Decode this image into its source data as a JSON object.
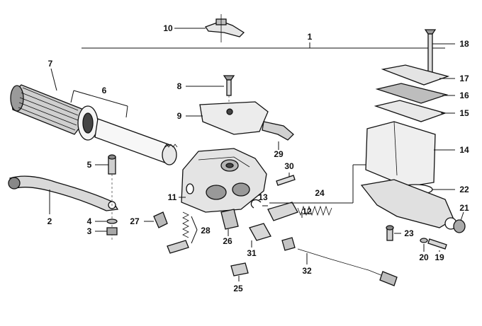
{
  "diagram": {
    "callouts": {
      "c1": "1",
      "c2": "2",
      "c3": "3",
      "c4": "4",
      "c5": "5",
      "c6": "6",
      "c7": "7",
      "c8": "8",
      "c9": "9",
      "c10": "10",
      "c11": "11",
      "c12": "12",
      "c13": "13",
      "c14": "14",
      "c15": "15",
      "c16": "16",
      "c17": "17",
      "c18": "18",
      "c19": "19",
      "c20": "20",
      "c21": "21",
      "c22": "22",
      "c23": "23",
      "c24": "24",
      "c25": "25",
      "c26": "26",
      "c27": "27",
      "c28": "28",
      "c29": "29",
      "c30": "30",
      "c31": "31",
      "c32": "32"
    }
  }
}
